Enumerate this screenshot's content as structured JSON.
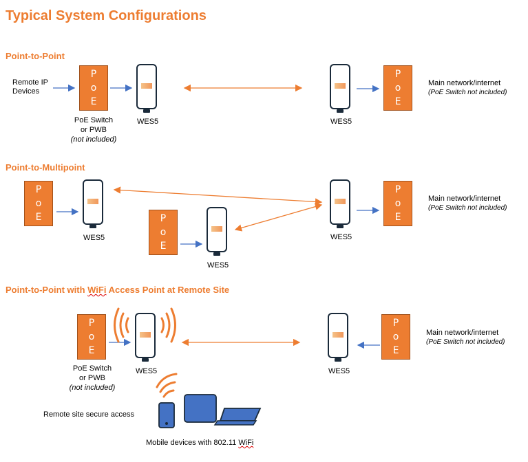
{
  "title": "Typical System Configurations",
  "device_label": "WES5",
  "poe_letters": [
    "P",
    "o",
    "E"
  ],
  "colors": {
    "accent": "#ED7D31",
    "arrow_blue": "#4472C4",
    "device_border": "#1a2a3a",
    "mobile_blue": "#4472C4"
  },
  "sections": {
    "p2p": {
      "heading": "Point-to-Point"
    },
    "p2mp": {
      "heading": "Point-to-Multipoint"
    },
    "wifi": {
      "heading_pre": "Point-to-Point with ",
      "heading_wifi": "WiFi",
      "heading_post": " Access Point at Remote Site"
    }
  },
  "labels": {
    "remote_ip_1": "Remote IP",
    "remote_ip_2": "Devices",
    "poe_switch_1": "PoE Switch",
    "poe_switch_2": "or PWB",
    "not_included": "(not included)",
    "main_network": "Main network/internet",
    "main_network_note": "(PoE Switch not included)",
    "remote_access": "Remote site secure access",
    "mobile_pre": "Mobile devices with 802.11 ",
    "mobile_wifi": "WiFi"
  }
}
